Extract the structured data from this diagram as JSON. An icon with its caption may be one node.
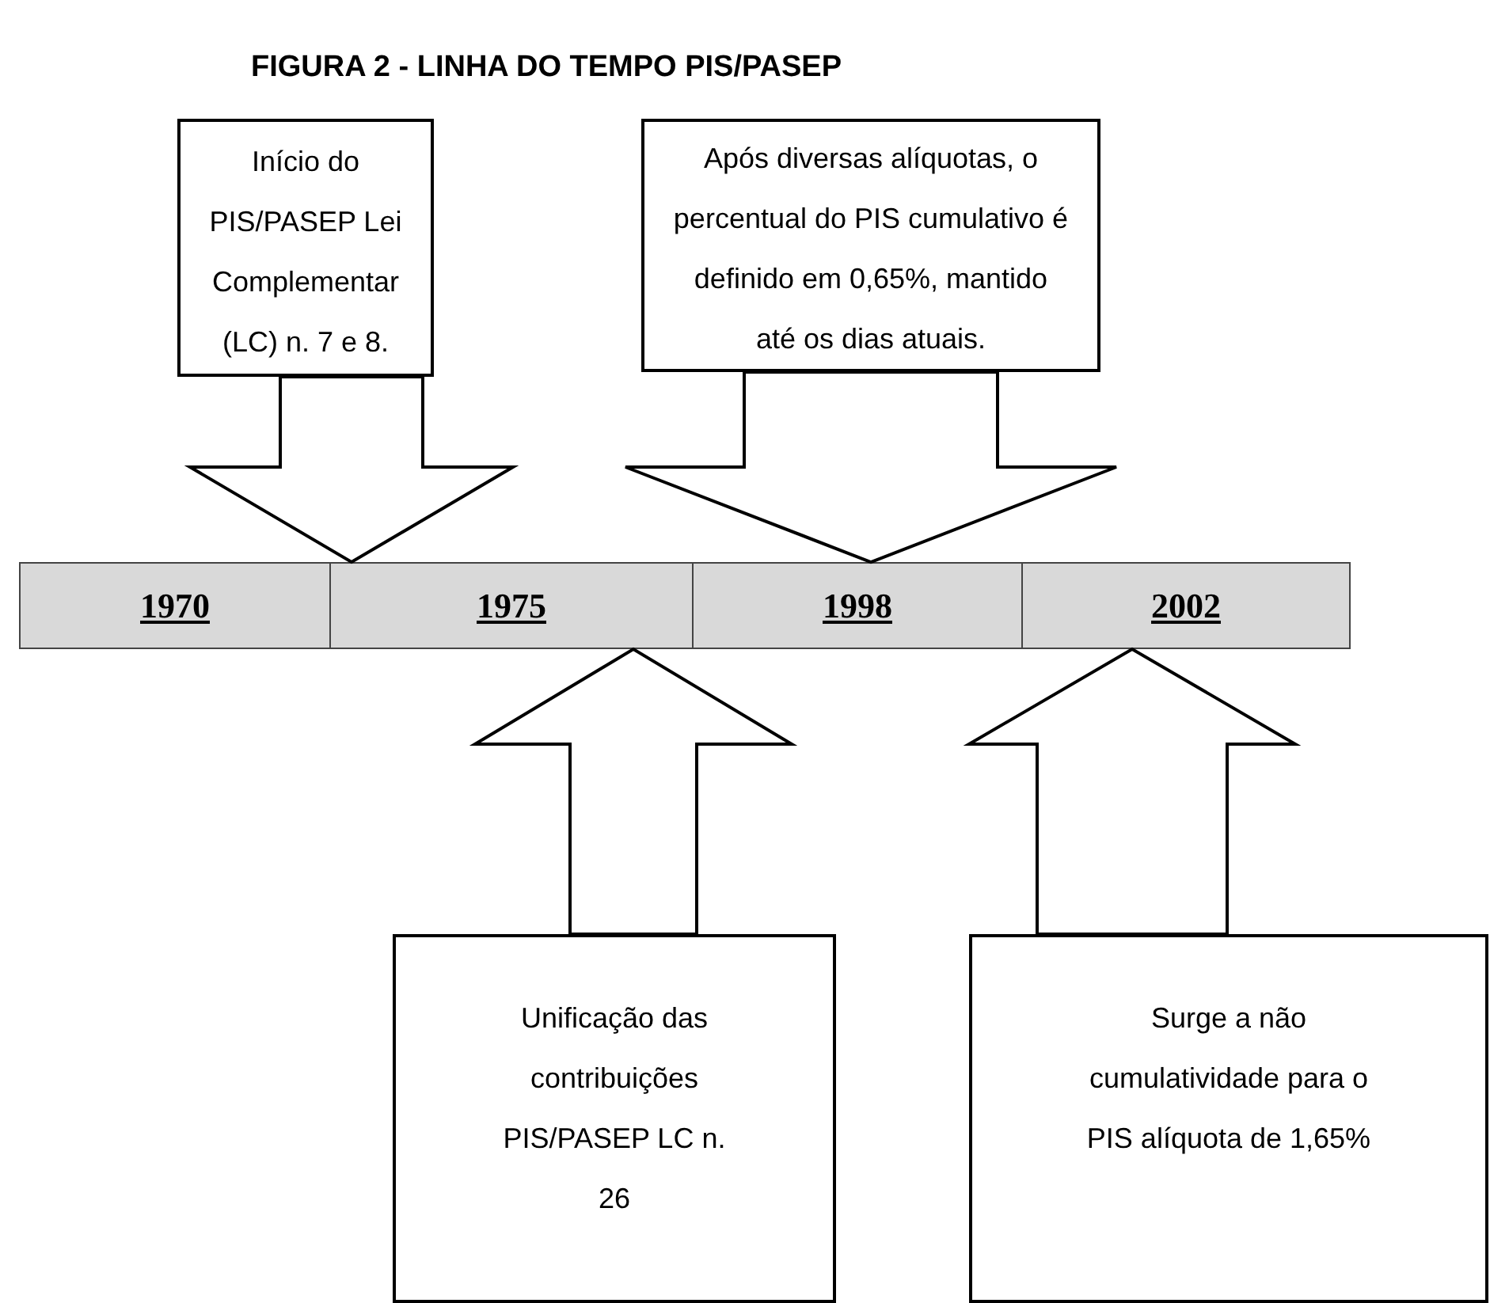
{
  "diagram": {
    "title": "FIGURA 2 - LINHA DO TEMPO PIS/PASEP",
    "nodes": [
      {
        "text": [
          "Início do PIS/PASEP Lei Complementar (LC) n. 7 e 8."
        ]
      },
      {
        "text": [
          "Após diversas alíquotas, o percentual do PIS cumulativo é definido em 0,65%, mantido até os dias atuais."
        ]
      },
      {
        "text": [
          "1970"
        ]
      },
      {
        "text": [
          "1975"
        ]
      },
      {
        "text": [
          "1998"
        ]
      },
      {
        "text": [
          "2002"
        ]
      },
      {
        "text": [
          "Unificação das contribuições PIS/PASEP LC n. 26"
        ]
      },
      {
        "text": [
          "Surge a não cumulatividade para o PIS alíquota de 1,65%"
        ]
      }
    ],
    "edges": [
      {
        "from": 0,
        "to": 2,
        "arrow": "to"
      },
      {
        "from": 1,
        "to": 4,
        "arrow": "to"
      },
      {
        "from": 6,
        "to": 3,
        "arrow": "to"
      },
      {
        "from": 7,
        "to": 5,
        "arrow": "to"
      }
    ]
  }
}
